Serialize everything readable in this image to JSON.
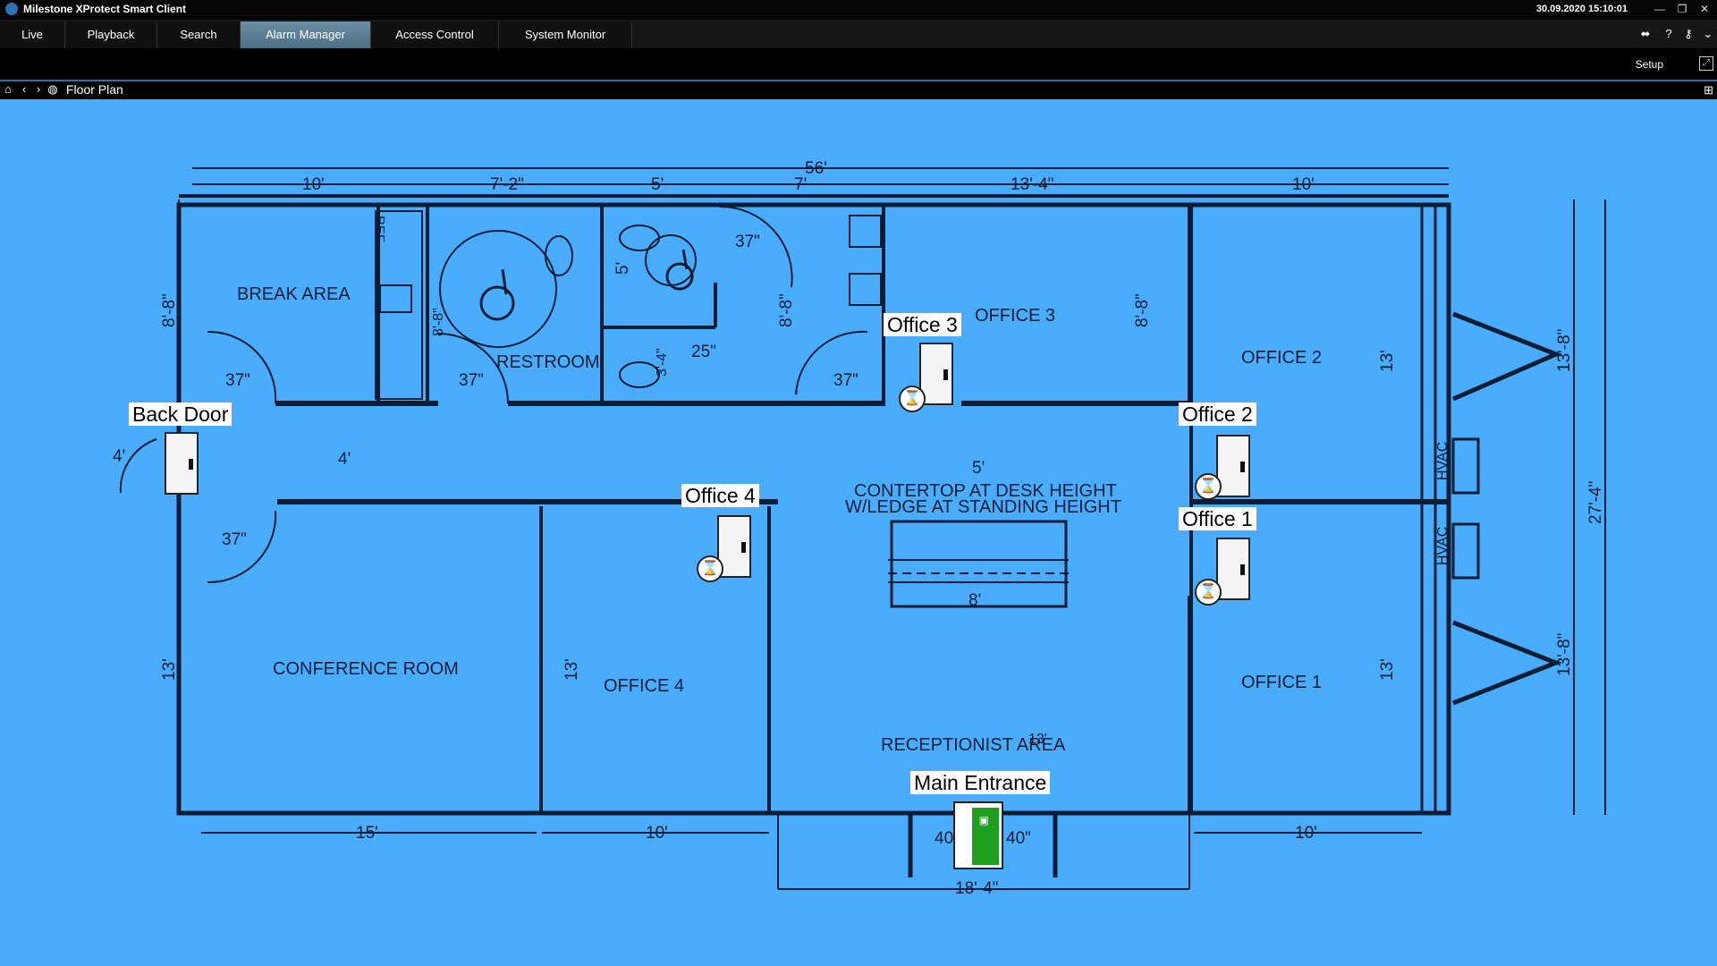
{
  "app": {
    "title": "Milestone XProtect Smart Client",
    "datetime": "30.09.2020 15:10:01"
  },
  "window_controls": {
    "minimize": "—",
    "restore": "❐",
    "close": "✕"
  },
  "tabs": [
    {
      "label": "Live"
    },
    {
      "label": "Playback"
    },
    {
      "label": "Search"
    },
    {
      "label": "Alarm Manager"
    },
    {
      "label": "Access Control"
    },
    {
      "label": "System Monitor"
    }
  ],
  "active_tab": "Alarm Manager",
  "toolbar": {
    "setup": "Setup"
  },
  "nav": {
    "breadcrumb": "Floor Plan"
  },
  "floorplan": {
    "rooms": [
      "BREAK  AREA",
      "RESTROOM",
      "OFFICE  3",
      "OFFICE  2",
      "OFFICE  1",
      "CONFERENCE  ROOM",
      "OFFICE  4",
      "RECEPTIONIST  AREA",
      "CONTERTOP  AT  DESK  HEIGHT",
      "W/LEDGE  AT  STANDING  HEIGHT",
      "REF",
      "HVAC"
    ],
    "dims": [
      "56'",
      "10'",
      "7'-2\"",
      "5'",
      "7'",
      "13'-4\"",
      "10'",
      "8'-8\"",
      "37\"",
      "37\"",
      "37\"",
      "37\"",
      "37\"",
      "25\"",
      "4'",
      "4'",
      "5'",
      "5'",
      "3'-4\"",
      "8'-8\"",
      "8'-8\"",
      "8'-8\"",
      "13'",
      "13'",
      "13'",
      "13'",
      "13'",
      "13'-8\"",
      "13'-8\"",
      "27'-4\"",
      "8'",
      "15'",
      "10'",
      "18'-4\"",
      "10'",
      "40\"",
      "40\""
    ],
    "devices": [
      {
        "label": "Back Door"
      },
      {
        "label": "Office 3"
      },
      {
        "label": "Office 2"
      },
      {
        "label": "Office 1"
      },
      {
        "label": "Office 4"
      },
      {
        "label": "Main Entrance"
      }
    ]
  }
}
